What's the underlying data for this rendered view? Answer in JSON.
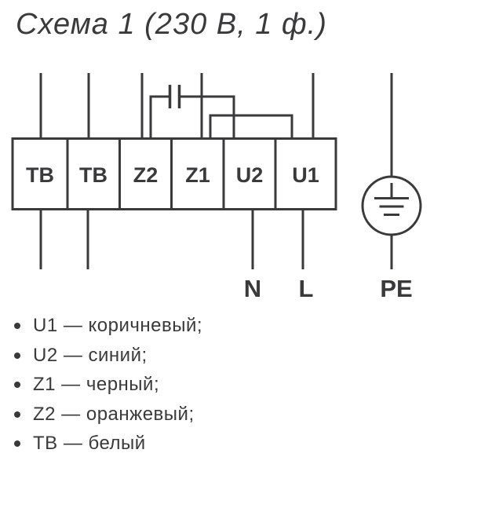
{
  "title": "Схема 1 (230 В, 1 ф.)",
  "colors": {
    "ink": "#3a3a3c",
    "background": "#ffffff"
  },
  "diagram": {
    "terminals": [
      "TB",
      "TB",
      "Z2",
      "Z1",
      "U2",
      "U1"
    ],
    "labels": {
      "neutral": "N",
      "line": "L",
      "earth": "PE"
    },
    "icons": {
      "capacitor": "capacitor-icon",
      "earth_ground": "earth-ground-icon"
    }
  },
  "legend": {
    "items": [
      "U1 — коричневый;",
      "U2 — синий;",
      "Z1 — черный;",
      "Z2 — оранжевый;",
      "TB — белый"
    ]
  }
}
